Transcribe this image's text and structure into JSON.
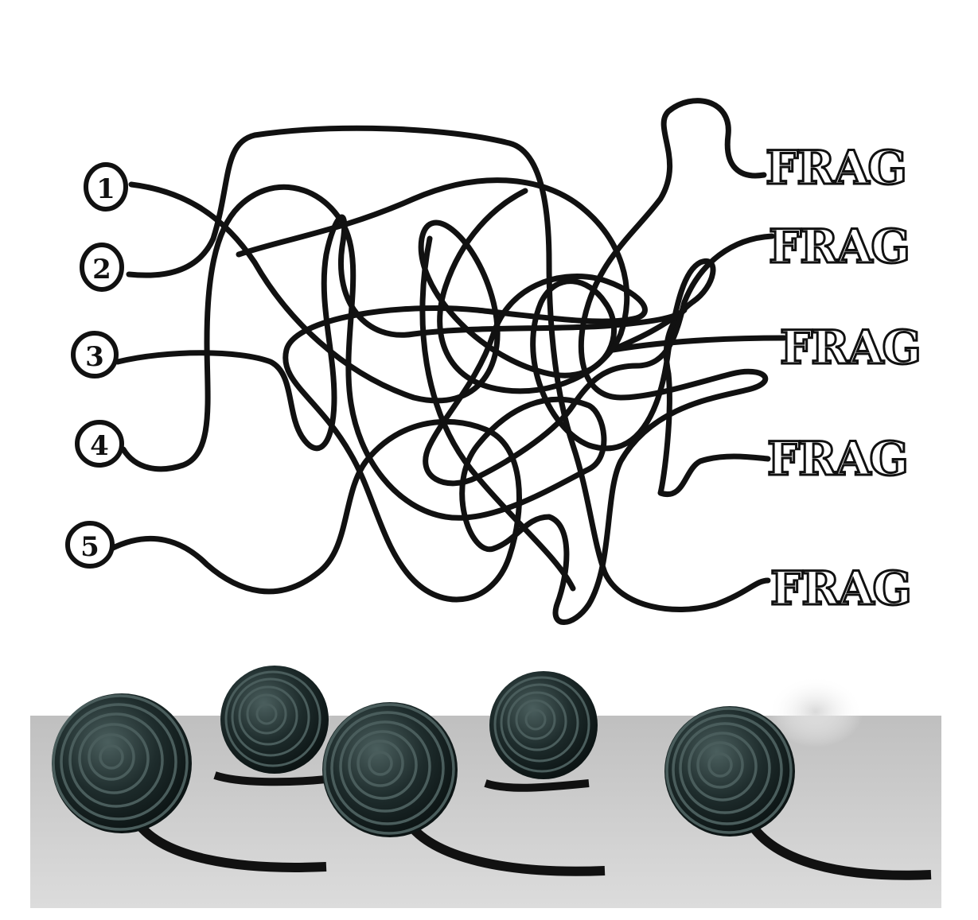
{
  "left_labels": [
    "1",
    "2",
    "3",
    "4",
    "5"
  ],
  "right_labels": [
    "FRAG",
    "FRAG",
    "FRAG",
    "FRAG",
    "FRAG"
  ],
  "colors": {
    "ink": "#111111",
    "paper": "#ffffff",
    "floor": "#cfcfcf",
    "floor_shadow": "#b8b8b8",
    "ball": "#1c2a2a",
    "ball_groove": "#3f5352"
  },
  "photo": {
    "objects": [
      "cable-ball",
      "cable-ball",
      "cable-ball",
      "cable-ball",
      "cable-ball"
    ]
  }
}
